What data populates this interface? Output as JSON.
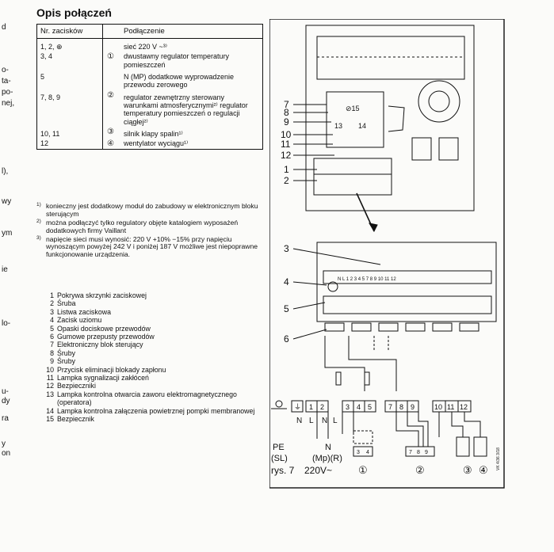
{
  "left_edge_fragments": [
    "d",
    "o-",
    "ta-",
    "po-",
    "nej,",
    "l),",
    "wy",
    "ym",
    "ie",
    "lo-",
    "u-",
    "dy",
    "ra",
    "y",
    "on"
  ],
  "title": "Opis połączeń",
  "table": {
    "headers": [
      "Nr. zacisków",
      "Podłączenie"
    ],
    "rows": [
      {
        "num": "1, 2, ⊕",
        "mark": "",
        "desc": "sieć 220 V ~³⁾"
      },
      {
        "num": "3, 4",
        "mark": "①",
        "desc": "dwustawny regulator temperatury pomieszczeń"
      },
      {
        "num": "5",
        "mark": "",
        "desc": "N (MP) dodatkowe wyprowadzenie przewodu zerowego"
      },
      {
        "num": "7, 8, 9",
        "mark": "②",
        "desc": "regulator zewnętrzny sterowany warunkami atmosferycznymi²⁾ regulator temperatury pomieszczeń o regulacji ciągłej²⁾"
      },
      {
        "num": "10, 11",
        "mark": "③",
        "desc": "silnik klapy spalin¹⁾"
      },
      {
        "num": "12",
        "mark": "④",
        "desc": "wentylator wyciągu¹⁾"
      }
    ]
  },
  "footnotes": [
    {
      "mark": "1)",
      "text": "konieczny jest dodatkowy moduł do zabudowy w elektronicznym bloku sterującym"
    },
    {
      "mark": "2)",
      "text": "można podłączyć tylko regulatory objęte katalogiem wyposażeń dodatkowych firmy Vaillant"
    },
    {
      "mark": "3)",
      "text": "napięcie sieci musi wynosić: 220 V +10% −15% przy napięciu wynoszącym powyżej 242 V i poniżej 187 V możliwe jest niepoprawne funkcjonowanie urządzenia."
    }
  ],
  "parts": [
    {
      "n": "1",
      "t": "Pokrywa skrzynki zaciskowej"
    },
    {
      "n": "2",
      "t": "Śruba"
    },
    {
      "n": "3",
      "t": "Listwa zaciskowa"
    },
    {
      "n": "4",
      "t": "Zacisk uziomu"
    },
    {
      "n": "5",
      "t": "Opaski dociskowe przewodów"
    },
    {
      "n": "6",
      "t": "Gumowe przepusty przewodów"
    },
    {
      "n": "7",
      "t": "Elektroniczny blok sterujący"
    },
    {
      "n": "8",
      "t": "Śruby"
    },
    {
      "n": "9",
      "t": "Śruby"
    },
    {
      "n": "10",
      "t": "Przycisk eliminacji blokady zapłonu"
    },
    {
      "n": "11",
      "t": "Lampka sygnalizacji zakłóceń"
    },
    {
      "n": "12",
      "t": "Bezpieczniki"
    },
    {
      "n": "13",
      "t": "Lampka kontrolna otwarcia zaworu elektromagnetycznego (operatora)"
    },
    {
      "n": "14",
      "t": "Lampka kontrolna załączenia powietrznej pompki membranowej"
    },
    {
      "n": "15",
      "t": "Bezpiecznik"
    }
  ],
  "figure": {
    "callouts_upper": [
      "7",
      "8",
      "9",
      "10",
      "11",
      "12",
      "1",
      "2"
    ],
    "inner_labels": [
      "⊘15",
      "13",
      "14"
    ],
    "callouts_lower": [
      "3",
      "4",
      "5",
      "6"
    ],
    "strip_text": "N L 1 2 3 4 5 7 8 9 10 11 12",
    "terminals": [
      "⏚",
      "1",
      "2",
      "3",
      "4",
      "5",
      "7",
      "8",
      "9",
      "10",
      "11",
      "12"
    ],
    "under_terminals": [
      "N",
      "L",
      "N",
      "L"
    ],
    "pe_label": "PE",
    "sl_label": "(SL)",
    "n_label": "N",
    "mpr_label": "(Mp)(R)",
    "fig_label": "rys. 7",
    "supply_label": "220V~",
    "mini_terms_a": [
      "3",
      "4"
    ],
    "mini_terms_b": [
      "7",
      "8",
      "9"
    ],
    "circled": [
      "①",
      "②",
      "③",
      "④"
    ],
    "side_code": "VK 4/36 3/18"
  }
}
